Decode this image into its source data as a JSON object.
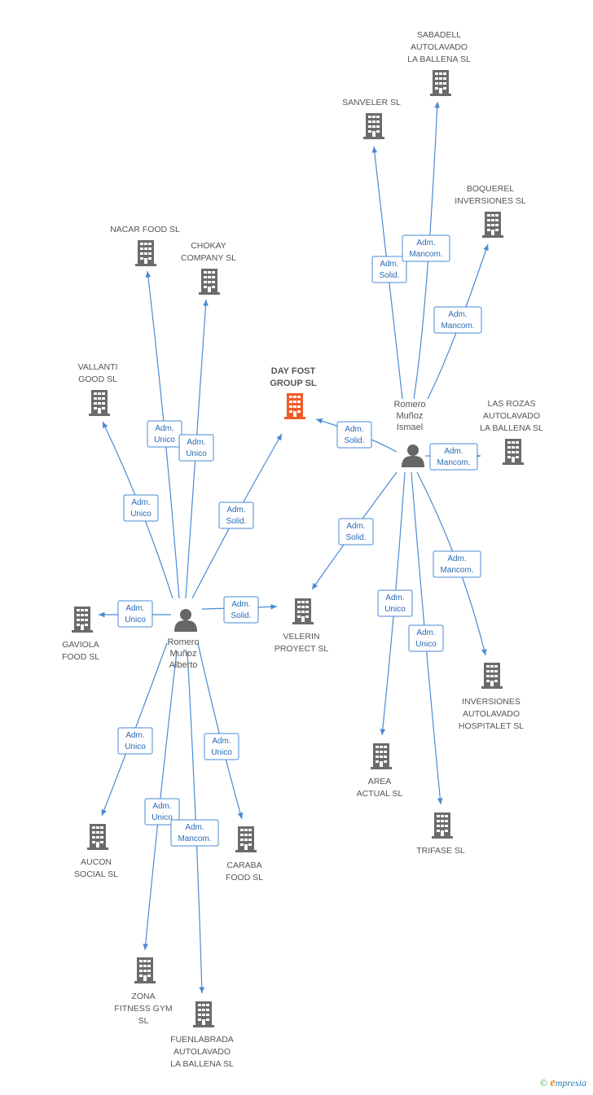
{
  "colors": {
    "edge": "#4a8ad4",
    "building": "#6b6b6b",
    "building_highlight": "#f05a28",
    "person": "#666666"
  },
  "companies": [
    {
      "id": "dayfost",
      "lines": [
        "DAY FOST",
        "GROUP SL"
      ],
      "highlight": true
    },
    {
      "id": "sabadell",
      "lines": [
        "SABADELL",
        "AUTOLAVADO",
        "LA BALLENA SL"
      ]
    },
    {
      "id": "sanveler",
      "lines": [
        "SANVELER SL"
      ]
    },
    {
      "id": "boquerel",
      "lines": [
        "BOQUEREL",
        "INVERSIONES SL"
      ]
    },
    {
      "id": "lasrozas",
      "lines": [
        "LAS ROZAS",
        "AUTOLAVADO",
        "LA BALLENA SL"
      ]
    },
    {
      "id": "nacar",
      "lines": [
        "NACAR FOOD SL"
      ]
    },
    {
      "id": "chokay",
      "lines": [
        "CHOKAY",
        "COMPANY SL"
      ]
    },
    {
      "id": "vallanti",
      "lines": [
        "VALLANTI",
        "GOOD SL"
      ]
    },
    {
      "id": "gaviola",
      "lines": [
        "GAVIOLA",
        "FOOD SL"
      ]
    },
    {
      "id": "velerin",
      "lines": [
        "VELERIN",
        "PROYECT SL"
      ]
    },
    {
      "id": "inversiones",
      "lines": [
        "INVERSIONES",
        "AUTOLAVADO",
        "HOSPITALET SL"
      ]
    },
    {
      "id": "area",
      "lines": [
        "AREA",
        "ACTUAL SL"
      ]
    },
    {
      "id": "trifase",
      "lines": [
        "TRIFASE SL"
      ]
    },
    {
      "id": "aucon",
      "lines": [
        "AUCON",
        "SOCIAL SL"
      ]
    },
    {
      "id": "caraba",
      "lines": [
        "CARABA",
        "FOOD SL"
      ]
    },
    {
      "id": "zona",
      "lines": [
        "ZONA",
        "FITNESS GYM",
        "SL"
      ]
    },
    {
      "id": "fuenlabrada",
      "lines": [
        "FUENLABRADA",
        "AUTOLAVADO",
        "LA BALLENA  SL"
      ]
    }
  ],
  "persons": [
    {
      "id": "ismael",
      "lines": [
        "Romero",
        "Muñoz",
        "Ismael"
      ]
    },
    {
      "id": "alberto",
      "lines": [
        "Romero",
        "Muñoz",
        "Alberto"
      ]
    }
  ],
  "relations": [
    {
      "from": "ismael",
      "to": "sanveler",
      "role": [
        "Adm.",
        "Solid."
      ]
    },
    {
      "from": "ismael",
      "to": "sabadell",
      "role": [
        "Adm.",
        "Mancom."
      ]
    },
    {
      "from": "ismael",
      "to": "boquerel",
      "role": [
        "Adm.",
        "Mancom."
      ]
    },
    {
      "from": "ismael",
      "to": "dayfost",
      "role": [
        "Adm.",
        "Solid."
      ]
    },
    {
      "from": "ismael",
      "to": "lasrozas",
      "role": [
        "Adm.",
        "Mancom."
      ]
    },
    {
      "from": "ismael",
      "to": "velerin",
      "role": [
        "Adm.",
        "Solid."
      ]
    },
    {
      "from": "ismael",
      "to": "inversiones",
      "role": [
        "Adm.",
        "Mancom."
      ]
    },
    {
      "from": "ismael",
      "to": "area",
      "role": [
        "Adm.",
        "Unico"
      ]
    },
    {
      "from": "ismael",
      "to": "trifase",
      "role": [
        "Adm.",
        "Unico"
      ]
    },
    {
      "from": "alberto",
      "to": "nacar",
      "role": [
        "Adm.",
        "Unico"
      ]
    },
    {
      "from": "alberto",
      "to": "chokay",
      "role": [
        "Adm.",
        "Unico"
      ]
    },
    {
      "from": "alberto",
      "to": "vallanti",
      "role": [
        "Adm.",
        "Unico"
      ]
    },
    {
      "from": "alberto",
      "to": "dayfost",
      "role": [
        "Adm.",
        "Solid."
      ]
    },
    {
      "from": "alberto",
      "to": "gaviola",
      "role": [
        "Adm.",
        "Unico"
      ]
    },
    {
      "from": "alberto",
      "to": "velerin",
      "role": [
        "Adm.",
        "Solid."
      ]
    },
    {
      "from": "alberto",
      "to": "aucon",
      "role": [
        "Adm.",
        "Unico"
      ]
    },
    {
      "from": "alberto",
      "to": "caraba",
      "role": [
        "Adm.",
        "Unico"
      ]
    },
    {
      "from": "alberto",
      "to": "zona",
      "role": [
        "Adm.",
        "Unico"
      ]
    },
    {
      "from": "alberto",
      "to": "fuenlabrada",
      "role": [
        "Adm.",
        "Mancom."
      ]
    }
  ],
  "watermark": {
    "copyright": "©",
    "brand_initial": "e",
    "brand_rest": "mpresia"
  }
}
